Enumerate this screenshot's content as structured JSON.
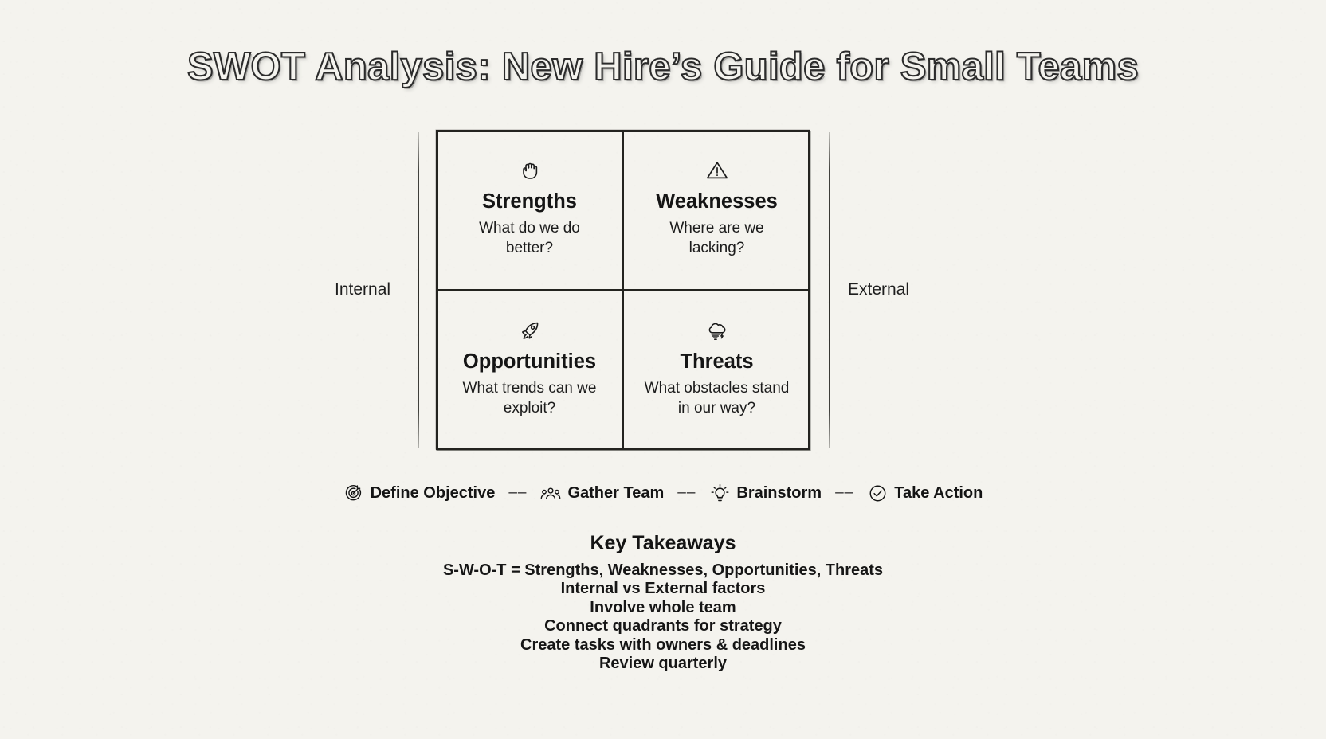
{
  "title": "SWOT Analysis: New Hire’s Guide for Small Teams",
  "axes": {
    "left_label": "Internal",
    "right_label": "External"
  },
  "quadrants": [
    {
      "key": "strengths",
      "icon": "raised-fist-icon",
      "title": "Strengths",
      "subtitle": "What do we do better?"
    },
    {
      "key": "weaknesses",
      "icon": "warning-triangle-icon",
      "title": "Weaknesses",
      "subtitle": "Where are we lacking?"
    },
    {
      "key": "opportunities",
      "icon": "rocket-icon",
      "title": "Opportunities",
      "subtitle": "What trends can we exploit?"
    },
    {
      "key": "threats",
      "icon": "storm-cloud-icon",
      "title": "Threats",
      "subtitle": "What obstacles stand in our way?"
    }
  ],
  "process_flow": {
    "connector": "––",
    "steps": [
      {
        "icon": "target-icon",
        "label": "Define Objective"
      },
      {
        "icon": "people-group-icon",
        "label": "Gather Team"
      },
      {
        "icon": "lightbulb-icon",
        "label": "Brainstorm"
      },
      {
        "icon": "check-circle-icon",
        "label": "Take Action"
      }
    ]
  },
  "takeaways": {
    "heading": "Key Takeaways",
    "lines": [
      "S-W-O-T = Strengths, Weaknesses, Opportunities, Threats",
      "Internal vs External factors",
      "Involve whole team",
      "Connect quadrants for strategy",
      "Create tasks with owners & deadlines",
      "Review quarterly"
    ]
  },
  "colors": {
    "background": "#f4f3ee",
    "ink": "#23231f",
    "text": "#161616"
  }
}
